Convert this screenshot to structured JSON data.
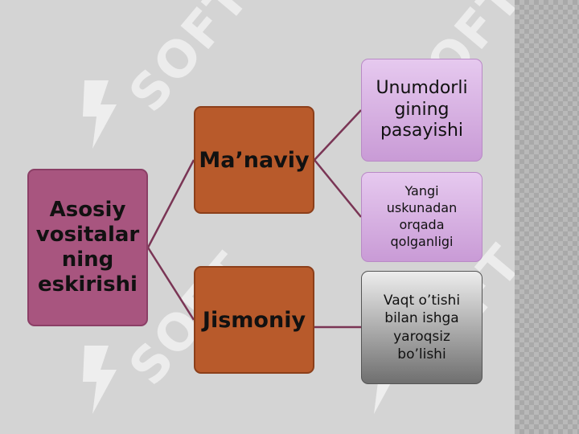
{
  "diagram": {
    "root": {
      "label": "Asosiy\nvositalar\nning\neskirishi"
    },
    "branches": [
      {
        "label": "Ma’naviy",
        "children": [
          {
            "label": "Unumdorli\ngining\npasayishi"
          },
          {
            "label": "Yangi\nuskunadan\norqada\nqolganligi"
          }
        ]
      },
      {
        "label": "Jismoniy",
        "children": [
          {
            "label": "Vaqt o’tishi\nbilan ishga\nyaroqsiz\nbo’lishi"
          }
        ]
      }
    ],
    "colors": {
      "root_fill": "#a8557f",
      "branch_fill": "#b85a2b",
      "leaf_purple": "#d5b1e0",
      "leaf_gray": "#9a9a9a",
      "connector": "#7a3555"
    }
  },
  "watermark": {
    "text": "SOFT"
  }
}
